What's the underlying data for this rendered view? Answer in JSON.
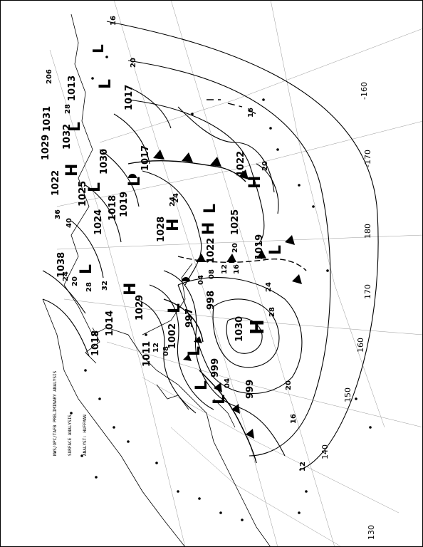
{
  "map": {
    "caption_lines": [
      "NWS/OPC/TAFB PRELIMINARY ANALYSIS",
      "SURFACE ANALYSIS",
      "ANALYST: HUFFMAN"
    ],
    "longitude_labels": [
      "-160",
      "-170",
      "180",
      "170",
      "160",
      "150",
      "140",
      "130"
    ],
    "isobar_labels": [
      "1017",
      "1013",
      "1029",
      "1032",
      "1031",
      "1030",
      "1022",
      "1025",
      "1024",
      "1018",
      "1019",
      "1017",
      "1028",
      "1022",
      "1025",
      "1019",
      "1038",
      "1029",
      "1014",
      "1018",
      "1011",
      "1002",
      "997",
      "998",
      "1030",
      "999",
      "999",
      "1022"
    ],
    "contour_labels": [
      "16",
      "20",
      "24",
      "28",
      "32",
      "36",
      "40",
      "24",
      "20",
      "16",
      "12",
      "08",
      "04",
      "20",
      "24",
      "28",
      "16",
      "20",
      "12",
      "08",
      "04",
      "16",
      "12",
      "20",
      "24",
      "206",
      "28"
    ],
    "pressure_centers": [
      "L",
      "L",
      "H",
      "L",
      "L",
      "H",
      "H",
      "H",
      "L",
      "L",
      "L",
      "H",
      "L",
      "L",
      "L",
      "L"
    ]
  }
}
